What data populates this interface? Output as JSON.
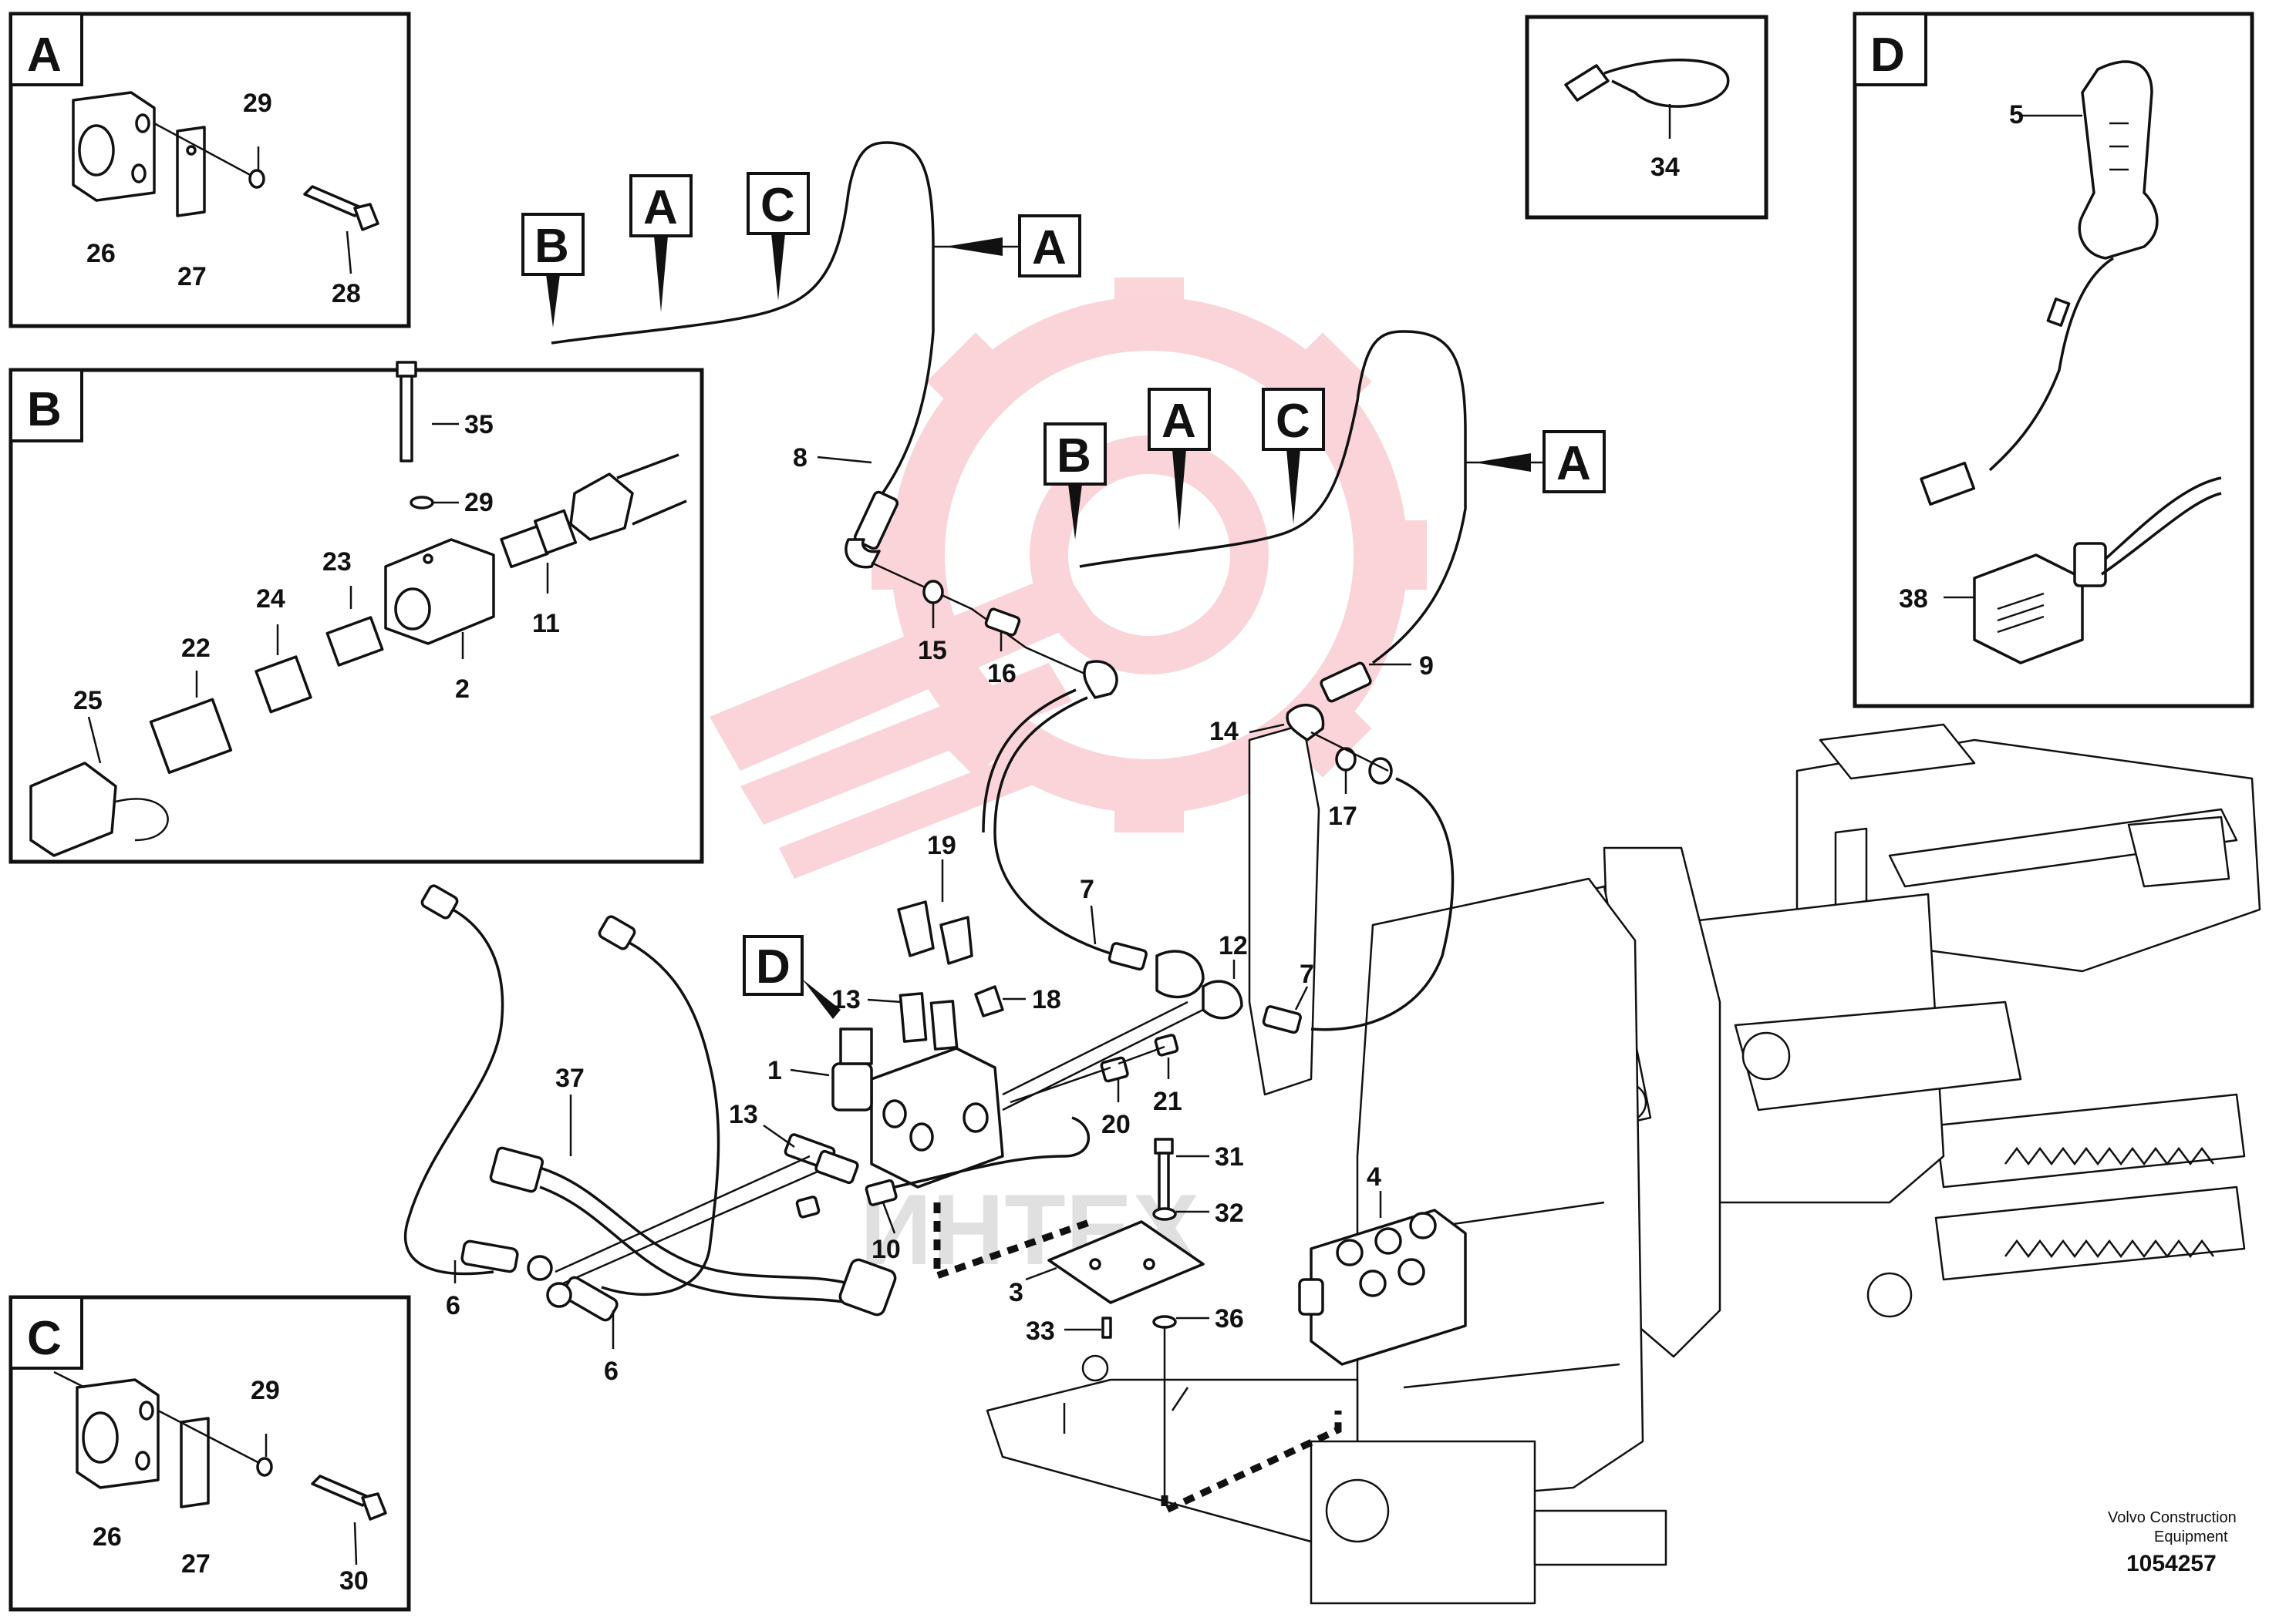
{
  "panels": {
    "A": {
      "letter": "A",
      "labels": [
        "29",
        "26",
        "27",
        "28"
      ]
    },
    "B": {
      "letter": "B",
      "labels": [
        "35",
        "29",
        "23",
        "24",
        "22",
        "25",
        "11",
        "2"
      ]
    },
    "C": {
      "letter": "C",
      "labels": [
        "29",
        "26",
        "27",
        "30"
      ]
    },
    "D": {
      "letter": "D",
      "labels": [
        "5",
        "38"
      ]
    },
    "tie": {
      "labels": [
        "34"
      ]
    }
  },
  "main_labels": {
    "l8": "8",
    "l15": "15",
    "l16": "16",
    "l9": "9",
    "l14": "14",
    "l17": "17",
    "l19": "19",
    "l7a": "7",
    "l12": "12",
    "l7b": "7",
    "l13a": "13",
    "l18": "18",
    "l1": "1",
    "l37": "37",
    "l13b": "13",
    "l21": "21",
    "l20": "20",
    "l31": "31",
    "l32": "32",
    "l10": "10",
    "l4": "4",
    "l3": "3",
    "l33": "33",
    "l36": "36",
    "l6a": "6",
    "l6b": "6"
  },
  "callouts": {
    "top_left": [
      "B",
      "A",
      "C",
      "A"
    ],
    "top_right": [
      "B",
      "A",
      "C",
      "A"
    ],
    "d_marker": "D"
  },
  "watermark": "ИНТЕХ",
  "footer": {
    "line1": "Volvo Construction",
    "line2": "Equipment",
    "number": "1054257"
  }
}
